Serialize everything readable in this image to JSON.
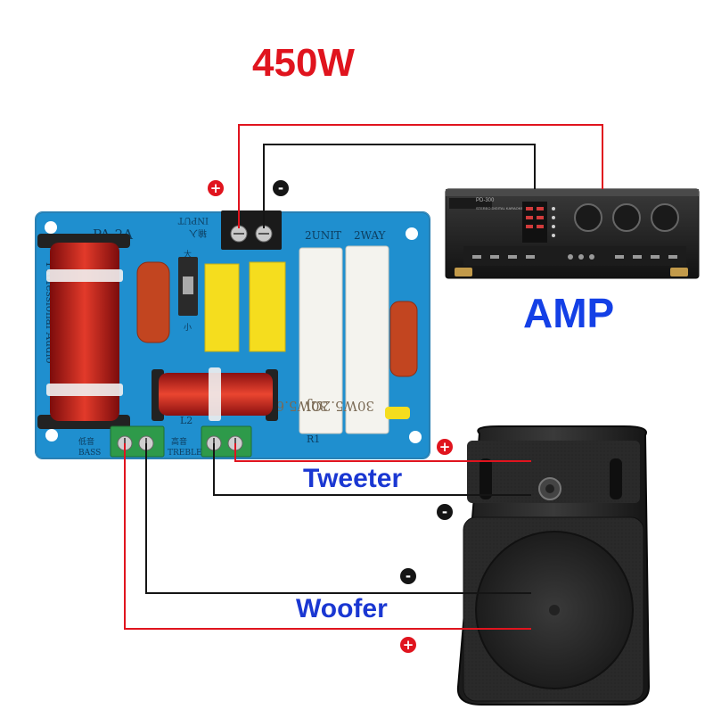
{
  "title": "450W",
  "amp_label": "AMP",
  "tweeter_label": "Tweeter",
  "woofer_label": "Woofer",
  "polarity": {
    "plus": "+",
    "minus": "-"
  },
  "colors": {
    "positive_wire": "#e0141e",
    "negative_wire": "#151515",
    "label_blue": "#1a37d2",
    "pcb_blue": "#1f8fcf"
  },
  "board": {
    "model": "PA-2A",
    "input": "INPUT",
    "input_cn": "输入",
    "way": "2WAY",
    "units": "2UNIT",
    "brand": "Professional Audio",
    "bass": "BASS",
    "bass_cn": "低音",
    "treble": "TREBLE",
    "treble_cn": "高音",
    "l2": "L2",
    "r1": "R1",
    "big": "大",
    "small": "小",
    "resistor_1": "30W5.6ΩJ",
    "resistor_2": "30W5.2ΩJ"
  },
  "amplifier": {
    "model": "PD-300",
    "subtitle": "STEREO DIGITAL KARAOKE AMPLIFIER"
  }
}
